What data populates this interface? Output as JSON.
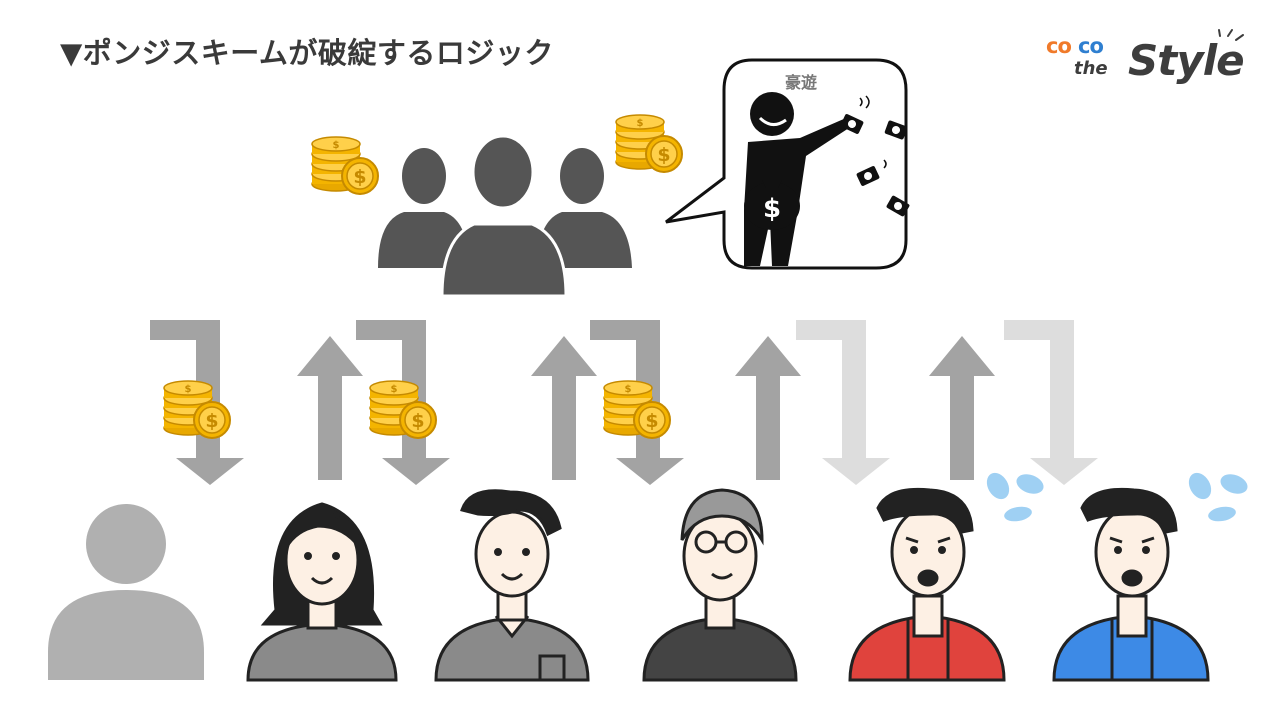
{
  "title": "▼ポンジスキームが破綻するロジック",
  "logo": {
    "coco_part1": "co",
    "coco_part2": "co",
    "the": "the",
    "style": "Style",
    "colors": {
      "orange": "#f07a2a",
      "blue": "#2f7fd0",
      "dark": "#3d3d3d"
    }
  },
  "bubble_label": "豪遊",
  "icons": {
    "organizers": "group-of-people-icon",
    "money": "coin-stack-icon",
    "splurge": "man-throwing-money-icon",
    "sweat": "sweat-drops-icon"
  },
  "colors": {
    "arrow_active": "#a3a3a3",
    "arrow_faded": "#dddddd",
    "group": "#555555",
    "coin": "#f4b400",
    "red_jacket": "#e0433d",
    "blue_jacket": "#3d8ae6",
    "skin": "#fdf0e4",
    "outline": "#222222"
  }
}
